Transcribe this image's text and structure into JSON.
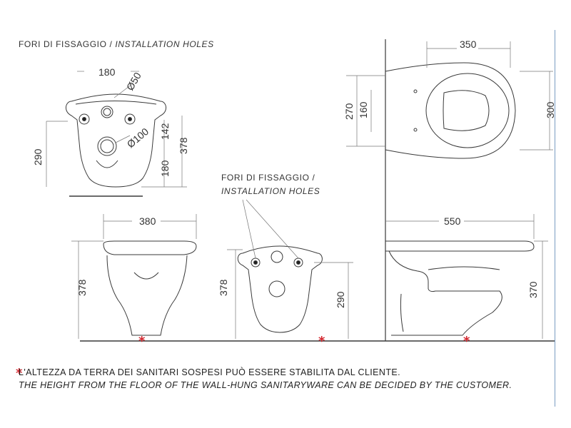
{
  "labels": {
    "holes_top": {
      "it": "FORI DI FISSAGGIO / ",
      "en": "INSTALLATION HOLES"
    },
    "holes_mid_it": "FORI DI FISSAGGIO /",
    "holes_mid_en": "INSTALLATION HOLES"
  },
  "dimensions": {
    "top_left": {
      "width": "180",
      "hole_dia": "Ø50",
      "hole_dia2": "Ø100",
      "height_outer": "290",
      "h142": "142",
      "h378": "378",
      "h180": "180"
    },
    "top_right": {
      "width": "350",
      "h270": "270",
      "h160": "160",
      "h300": "300"
    },
    "front": {
      "width": "380",
      "height": "378"
    },
    "back": {
      "height": "378",
      "hole_height": "290"
    },
    "side": {
      "width": "550",
      "height": "370"
    }
  },
  "markers": {
    "asterisk": "*"
  },
  "footer": {
    "note_it": "L'ALTEZZA DA TERRA DEI SANITARI SOSPESI PUÒ ESSERE STABILITA DAL CLIENTE.",
    "note_en": "THE HEIGHT FROM THE FLOOR OF THE WALL-HUNG SANITARYWARE CAN BE DECIDED BY THE CUSTOMER."
  },
  "colors": {
    "line": "#3a3a3a",
    "dim": "#777777",
    "accent": "#d3262e",
    "border": "#7a9cc2"
  }
}
